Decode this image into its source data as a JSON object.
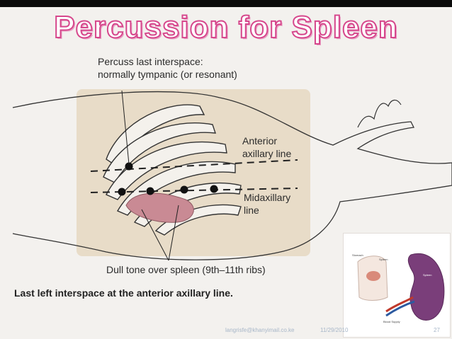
{
  "slide": {
    "title": "Percussion for Spleen",
    "labels": {
      "percuss": "Percuss last interspace:",
      "percuss_note": "normally tympanic (or resonant)",
      "anterior_line1": "Anterior",
      "anterior_line2": "axillary line",
      "mid_line1": "Midaxillary",
      "mid_line2": "line",
      "dull_tone": "Dull tone over spleen (9th–11th ribs)"
    },
    "caption": "Last left interspace at the anterior axillary line.",
    "inset": {
      "stomach": "Stomach",
      "spleen_small": "Spleen",
      "spleen_large": "Spleen",
      "blood_supply": "Blood Supply"
    },
    "footer": {
      "email": "langrisfe@khanyimail.co.ke",
      "date": "11/29/2010",
      "page": "27"
    },
    "colors": {
      "title_outline": "#d6478c",
      "skin_panel": "#e8dcc8",
      "spleen": "#c98a94"
    }
  }
}
